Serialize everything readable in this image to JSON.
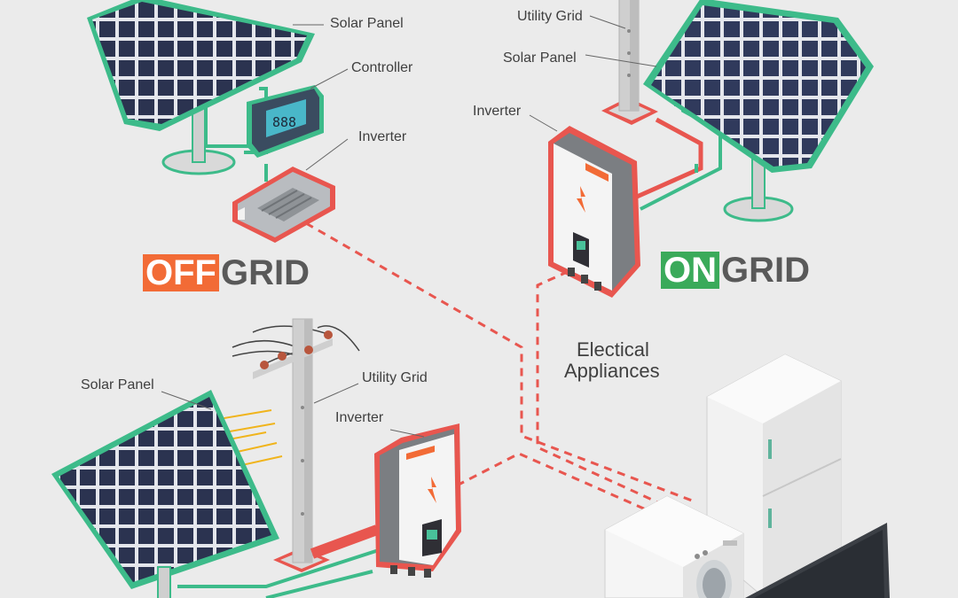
{
  "colors": {
    "background": "#ebebeb",
    "offgrid_accent": "#f26b36",
    "ongrid_accent": "#3aaa5a",
    "wire_red": "#e8564f",
    "wire_green": "#3dbb8a",
    "panel_cell": "#2b3350",
    "panel_frame": "#3dbb8a"
  },
  "offgrid": {
    "badge": {
      "highlight": "OFF",
      "rest": "GRID"
    },
    "labels": {
      "solar_panel": "Solar Panel",
      "controller": "Controller",
      "inverter": "Inverter"
    },
    "controller_display": "888"
  },
  "ongrid": {
    "badge": {
      "highlight": "ON",
      "rest": "GRID"
    },
    "labels": {
      "utility_grid": "Utility Grid",
      "solar_panel": "Solar Panel",
      "inverter": "Inverter"
    }
  },
  "hybrid": {
    "labels": {
      "solar_panel": "Solar Panel",
      "utility_grid": "Utility Grid",
      "inverter": "Inverter"
    }
  },
  "appliances": {
    "label_line1": "Electical",
    "label_line2": "Appliances"
  }
}
